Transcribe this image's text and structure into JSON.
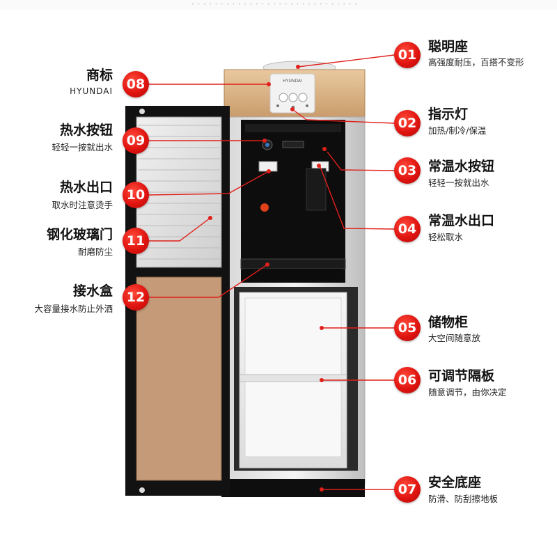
{
  "colors": {
    "accent": "#e01410",
    "text": "#111111"
  },
  "header_strip": "• • • • • • • • • • • • • • • • • • • • • • • • • • • • •",
  "device": {
    "panel_brand": "HYUNDAI",
    "icon": "water-dispenser-illustration"
  },
  "callouts": [
    {
      "number": "01",
      "title": "聪明座",
      "subtitle": "高强度耐压，百搭不变形"
    },
    {
      "number": "02",
      "title": "指示灯",
      "subtitle": "加热/制冷/保温"
    },
    {
      "number": "03",
      "title": "常温水按钮",
      "subtitle": "轻轻一按就出水"
    },
    {
      "number": "04",
      "title": "常温水出口",
      "subtitle": "轻松取水"
    },
    {
      "number": "05",
      "title": "储物柜",
      "subtitle": "大空间随意放"
    },
    {
      "number": "06",
      "title": "可调节隔板",
      "subtitle": "随意调节，由你决定"
    },
    {
      "number": "07",
      "title": "安全底座",
      "subtitle": "防滑、防刮擦地板"
    },
    {
      "number": "08",
      "title": "商标",
      "subtitle": "HYUNDAI"
    },
    {
      "number": "09",
      "title": "热水按钮",
      "subtitle": "轻轻一按就出水"
    },
    {
      "number": "10",
      "title": "热水出口",
      "subtitle": "取水时注意烫手"
    },
    {
      "number": "11",
      "title": "钢化玻璃门",
      "subtitle": "耐磨防尘"
    },
    {
      "number": "12",
      "title": "接水盒",
      "subtitle": "大容量接水防止外洒"
    }
  ]
}
